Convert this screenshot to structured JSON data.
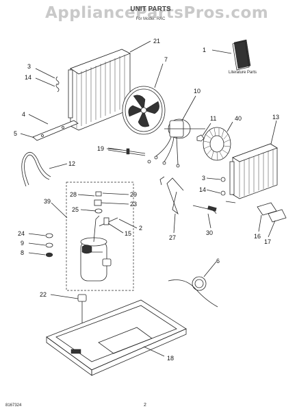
{
  "watermark": "AppliancePartsPros.com",
  "header": {
    "title": "UNIT PARTS",
    "subtitle": "For Model: RAC"
  },
  "literature_label": "Literature Parts",
  "footer": {
    "doc_number": "8167324",
    "page_number": "2"
  },
  "callouts": {
    "c21": "21",
    "c3a": "3",
    "c14a": "14",
    "c4": "4",
    "c5": "5",
    "c7": "7",
    "c10": "10",
    "c11": "11",
    "c40": "40",
    "c13": "13",
    "c1": "1",
    "c19": "19",
    "c12": "12",
    "c39": "39",
    "c29": "29",
    "c28": "28",
    "c23": "23",
    "c25": "25",
    "c2": "2",
    "c15": "15",
    "c3b": "3",
    "c14b": "14",
    "c24": "24",
    "c9": "9",
    "c8": "8",
    "c27": "27",
    "c30": "30",
    "c16": "16",
    "c17": "17",
    "c6": "6",
    "c22": "22",
    "c18": "18"
  }
}
